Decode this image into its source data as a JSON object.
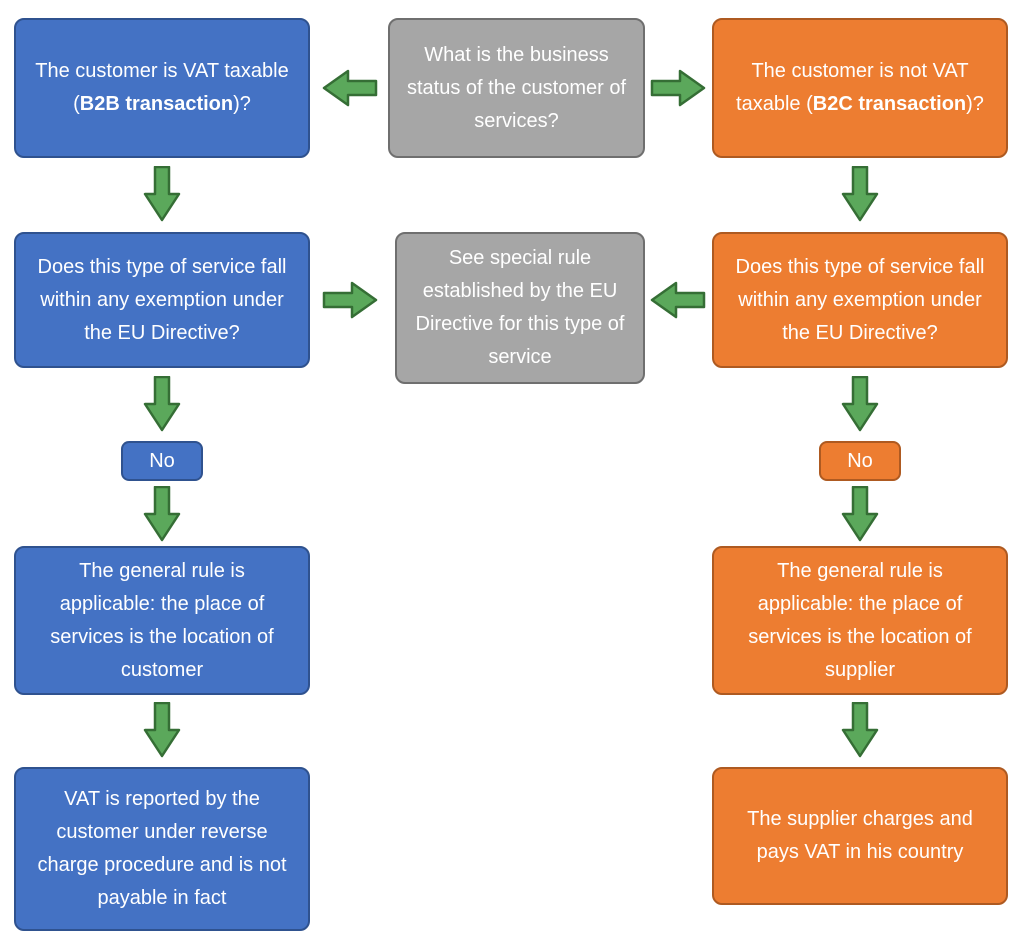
{
  "diagram": {
    "colors": {
      "background": "#FFFFFF",
      "text": "#FFFFFF",
      "blue": "#4472C4",
      "blue-border": "#2F528F",
      "orange": "#ED7D31",
      "orange-border": "#AE5A21",
      "gray": "#A6A6A6",
      "gray-border": "#6F6F6F",
      "green": "#5BA85B",
      "green-border": "#356E35"
    },
    "nodes": {
      "root_question": {
        "text": "What is the business status of the customer of services?"
      },
      "b2b": {
        "prefix": "The customer is VAT taxable (",
        "bold": "B2B transaction",
        "suffix": ")?"
      },
      "b2c": {
        "prefix": "The customer is not VAT taxable (",
        "bold": "B2C transaction",
        "suffix": ")?"
      },
      "b2b_exemption": {
        "text": "Does this type of service fall within any exemption under the EU Directive?"
      },
      "special_rule": {
        "text": "See special rule established by the EU Directive for this type of service"
      },
      "b2c_exemption": {
        "text": "Does this type of service fall within any exemption under the EU Directive?"
      },
      "b2b_no": {
        "text": "No"
      },
      "b2c_no": {
        "text": "No"
      },
      "b2b_general_rule": {
        "text": "The general rule is applicable: the place of services is the location of customer"
      },
      "b2c_general_rule": {
        "text": "The general rule is applicable: the place of services is the location of supplier"
      },
      "b2b_outcome": {
        "text": "VAT is reported by the customer under reverse charge procedure and is not payable in fact"
      },
      "b2c_outcome": {
        "text": "The supplier charges and pays VAT in his country"
      }
    }
  }
}
